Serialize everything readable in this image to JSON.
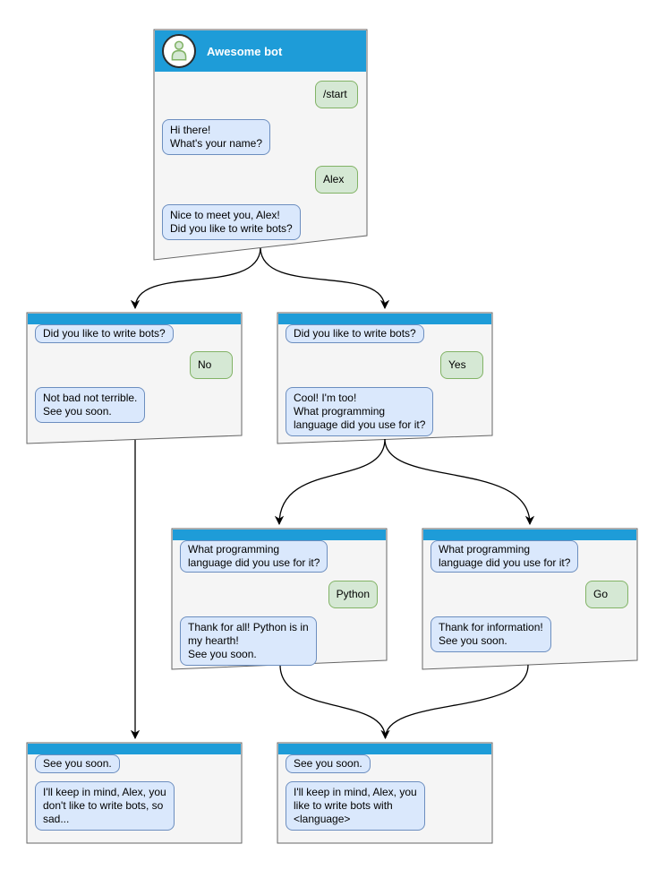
{
  "diagram": {
    "bot_title": "Awesome bot",
    "colors": {
      "header_blue": "#1e9cd8",
      "bot_bubble_fill": "#dae8fc",
      "bot_bubble_stroke": "#6c8ebf",
      "user_bubble_fill": "#d5e8d4",
      "user_bubble_stroke": "#82b366",
      "window_fill": "#f5f5f5",
      "window_stroke": "#666666",
      "connector": "#000000"
    },
    "nodes": {
      "root": {
        "title": "Awesome bot",
        "messages": [
          {
            "from": "user",
            "text": "/start"
          },
          {
            "from": "bot",
            "text": "Hi there!\nWhat's your name?"
          },
          {
            "from": "user",
            "text": "Alex"
          },
          {
            "from": "bot",
            "text": "Nice to meet you, Alex!\nDid you like to write bots?"
          }
        ]
      },
      "branch_no": {
        "messages": [
          {
            "from": "bot",
            "text": "Did you like to write bots?"
          },
          {
            "from": "user",
            "text": "No"
          },
          {
            "from": "bot",
            "text": "Not bad not terrible.\nSee you soon."
          }
        ]
      },
      "branch_yes": {
        "messages": [
          {
            "from": "bot",
            "text": "Did you like to write bots?"
          },
          {
            "from": "user",
            "text": "Yes"
          },
          {
            "from": "bot",
            "text": "Cool! I'm too!\nWhat programming\nlanguage did you use for it?"
          }
        ]
      },
      "branch_python": {
        "messages": [
          {
            "from": "bot",
            "text": "What programming\nlanguage did you use for it?"
          },
          {
            "from": "user",
            "text": "Python"
          },
          {
            "from": "bot",
            "text": "Thank for all! Python is in\nmy hearth!\nSee you soon."
          }
        ]
      },
      "branch_go": {
        "messages": [
          {
            "from": "bot",
            "text": "What programming\nlanguage did you use for it?"
          },
          {
            "from": "user",
            "text": "Go"
          },
          {
            "from": "bot",
            "text": "Thank for information!\nSee you soon."
          }
        ]
      },
      "end_no": {
        "messages": [
          {
            "from": "bot",
            "text": "See you soon."
          },
          {
            "from": "bot",
            "text": "I'll keep in mind, Alex, you\ndon't like to write bots, so\nsad..."
          }
        ]
      },
      "end_yes": {
        "messages": [
          {
            "from": "bot",
            "text": "See you soon."
          },
          {
            "from": "bot",
            "text": "I'll keep in mind, Alex, you\nlike to write bots with\n<language>"
          }
        ]
      }
    }
  }
}
